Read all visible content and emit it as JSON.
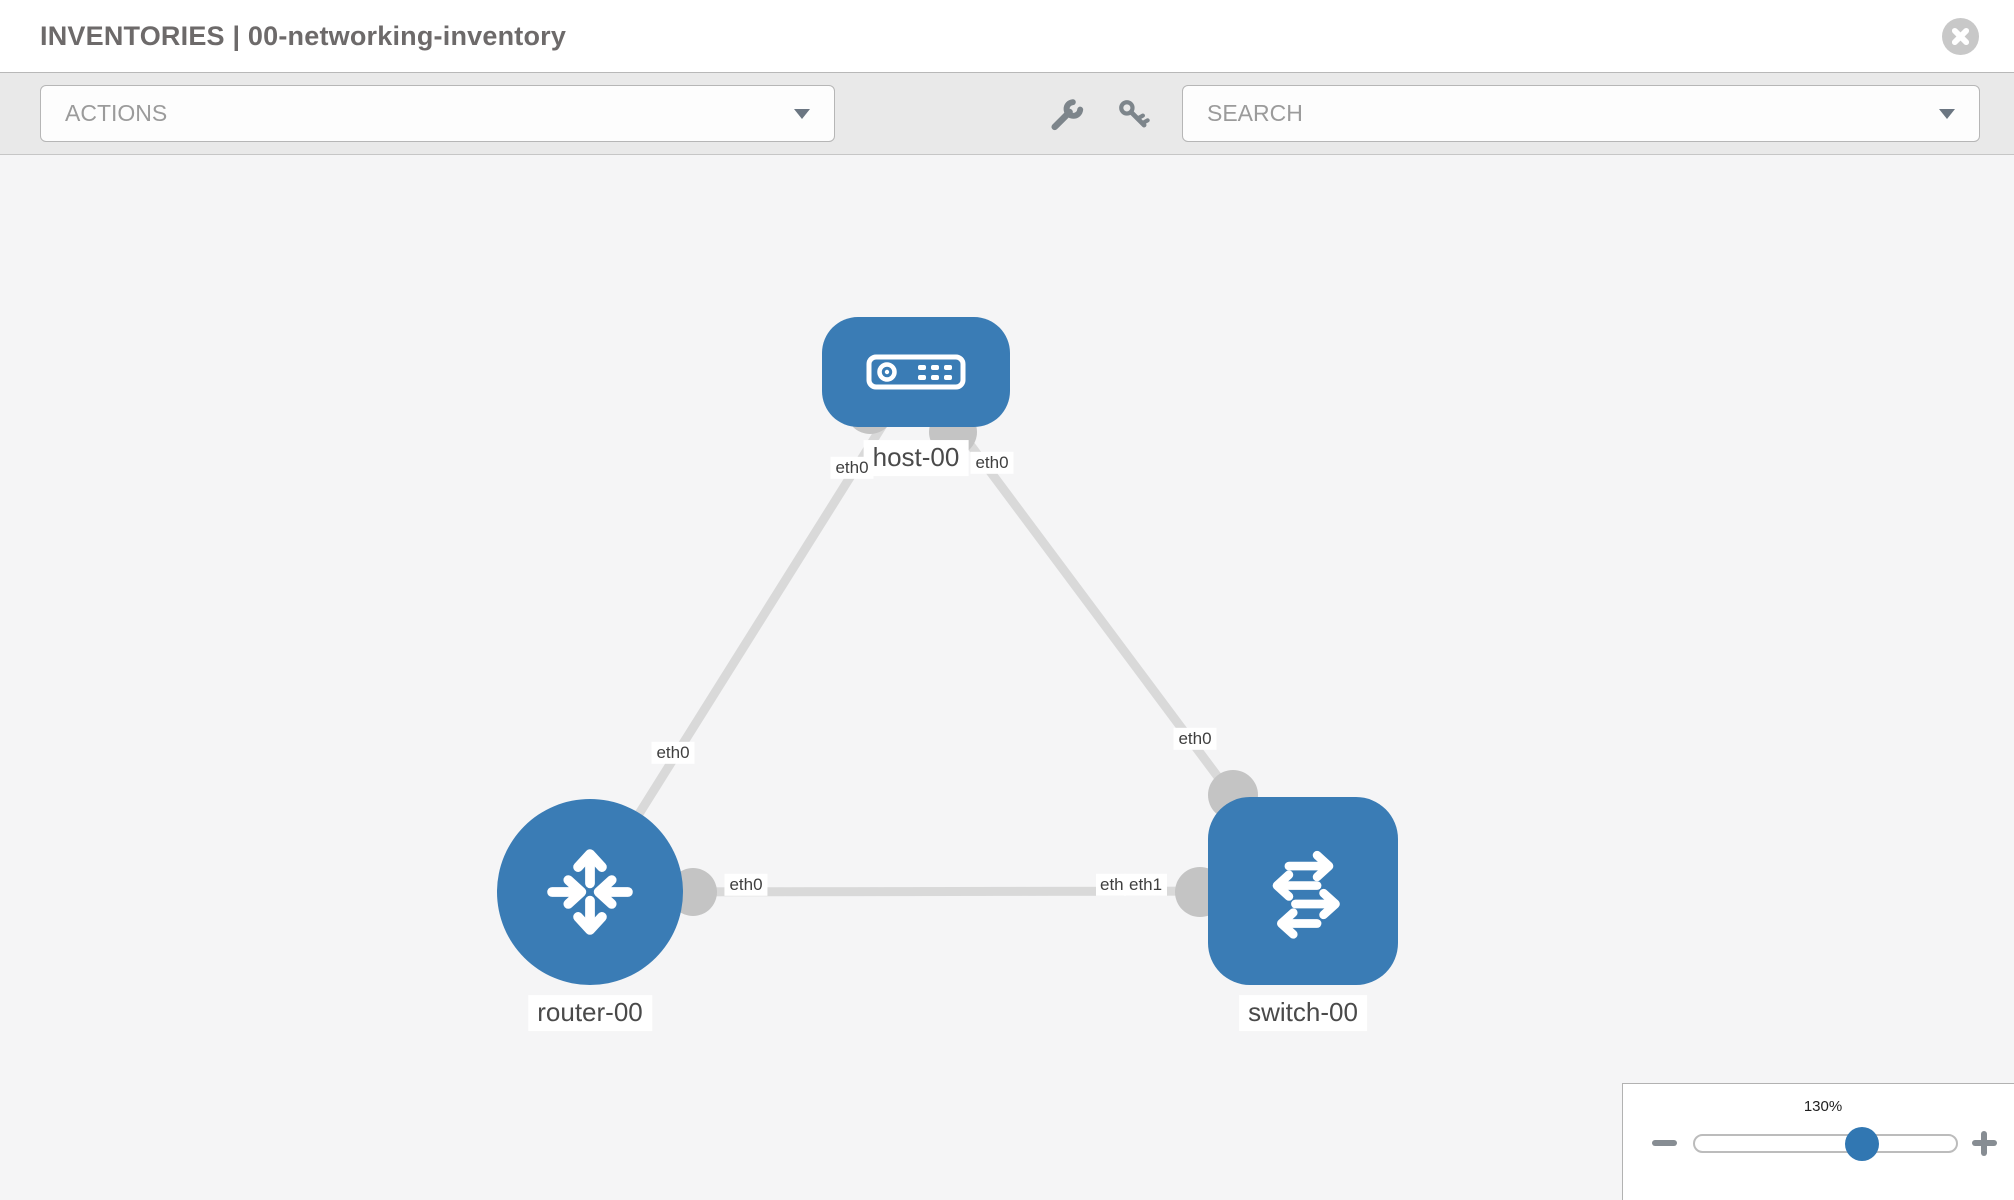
{
  "header": {
    "section": "INVENTORIES",
    "separator": " | ",
    "inventory_name": "00-networking-inventory"
  },
  "toolbar": {
    "actions_label": "ACTIONS",
    "search_label": "SEARCH",
    "icons": [
      "wrench-icon",
      "key-icon"
    ]
  },
  "topology": {
    "nodes": [
      {
        "id": "host-00",
        "type": "host",
        "label": "host-00"
      },
      {
        "id": "router-00",
        "type": "router",
        "label": "router-00"
      },
      {
        "id": "switch-00",
        "type": "switch",
        "label": "switch-00"
      }
    ],
    "links": [
      {
        "from": "host-00",
        "from_if": "eth0",
        "to": "router-00",
        "to_if": "eth0"
      },
      {
        "from": "host-00",
        "from_if": "eth0",
        "to": "switch-00",
        "to_if": "eth0"
      },
      {
        "from": "router-00",
        "from_if": "eth0",
        "to": "switch-00",
        "to_if": "eth1",
        "occluded_if": "eth0"
      }
    ]
  },
  "zoom_control": {
    "value_label": "130%",
    "slider_percent": 64
  },
  "colors": {
    "node_blue": "#3a7cb5",
    "slider_blue": "#3177b2",
    "link_gray": "#d9d9d9",
    "endpoint_gray": "#c4c4c4",
    "canvas_bg": "#f5f5f6",
    "toolbar_bg": "#e9e9e9"
  }
}
